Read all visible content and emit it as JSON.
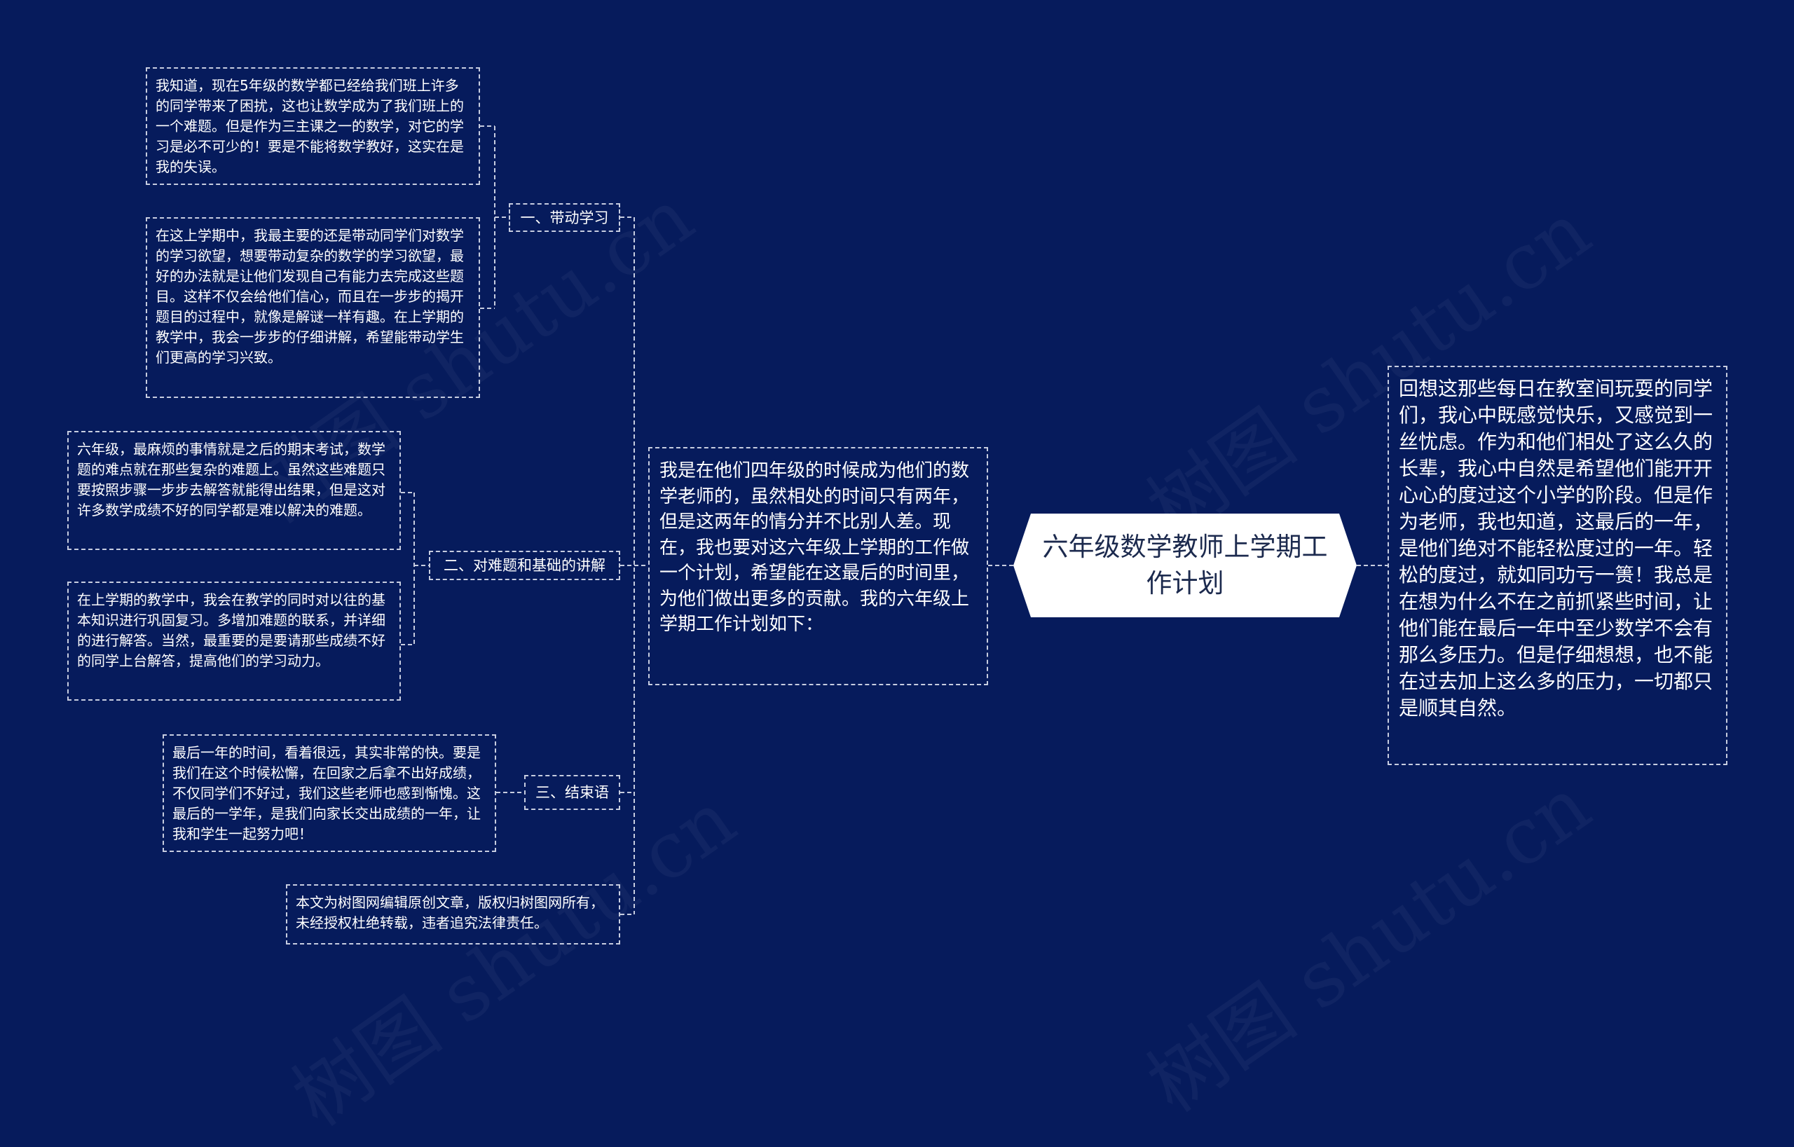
{
  "center": {
    "title": "六年级数学教师上学期工作计划"
  },
  "intro": {
    "text": "我是在他们四年级的时候成为他们的数学老师的，虽然相处的时间只有两年，但是这两年的情分并不比别人差。现在，我也要对这六年级上学期的工作做一个计划，希望能在这最后的时间里，为他们做出更多的贡献。我的六年级上学期工作计划如下："
  },
  "right": {
    "text": "回想这那些每日在教室间玩耍的同学们，我心中既感觉快乐，又感觉到一丝忧虑。作为和他们相处了这么久的长辈，我心中自然是希望他们能开开心心的度过这个小学的阶段。但是作为老师，我也知道，这最后的一年，是他们绝对不能轻松度过的一年。轻松的度过，就如同功亏一篑！我总是在想为什么不在之前抓紧些时间，让他们能在最后一年中至少数学不会有那么多压力。但是仔细想想，也不能在过去加上这么多的压力，一切都只是顺其自然。"
  },
  "branches": [
    {
      "label": "一、带动学习",
      "leaves": [
        "我知道，现在5年级的数学都已经给我们班上许多的同学带来了困扰，这也让数学成为了我们班上的一个难题。但是作为三主课之一的数学，对它的学习是必不可少的！要是不能将数学教好，这实在是我的失误。",
        "在这上学期中，我最主要的还是带动同学们对数学的学习欲望，想要带动复杂的数学的学习欲望，最好的办法就是让他们发现自己有能力去完成这些题目。这样不仅会给他们信心，而且在一步步的揭开题目的过程中，就像是解谜一样有趣。在上学期的教学中，我会一步步的仔细讲解，希望能带动学生们更高的学习兴致。"
      ]
    },
    {
      "label": "二、对难题和基础的讲解",
      "leaves": [
        "六年级，最麻烦的事情就是之后的期末考试，数学题的难点就在那些复杂的难题上。虽然这些难题只要按照步骤一步步去解答就能得出结果，但是这对许多数学成绩不好的同学都是难以解决的难题。",
        "在上学期的教学中，我会在教学的同时对以往的基本知识进行巩固复习。多增加难题的联系，并详细的进行解答。当然，最重要的是要请那些成绩不好的同学上台解答，提高他们的学习动力。"
      ]
    },
    {
      "label": "三、结束语",
      "leaves": [
        "最后一年的时间，看着很远，其实非常的快。要是我们在这个时候松懈，在回家之后拿不出好成绩，不仅同学们不好过，我们这些老师也感到惭愧。这最后的一学年，是我们向家长交出成绩的一年，让我和学生一起努力吧！"
      ]
    }
  ],
  "footer": {
    "text": "本文为树图网编辑原创文章，版权归树图网所有，未经授权杜绝转载，违者追究法律责任。"
  },
  "watermark": "树图 shutu.cn",
  "colors": {
    "background": "#061b5c",
    "line": "#c7cde0",
    "center_fill": "#ffffff",
    "center_text": "#1c2a4e"
  }
}
